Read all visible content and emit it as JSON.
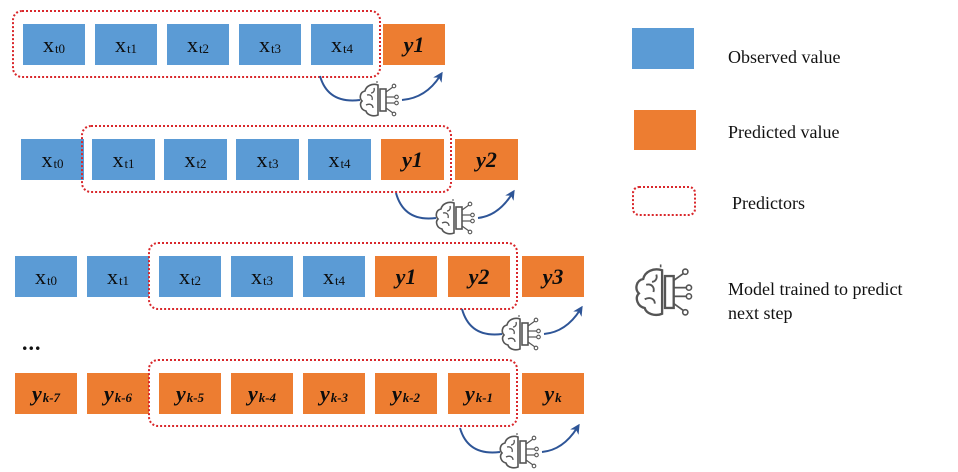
{
  "colors": {
    "observed": "#5b9bd5",
    "predicted": "#ed7d31",
    "predictors_border": "#d9282c",
    "arrow": "#2e5597"
  },
  "rows": [
    {
      "cells": [
        {
          "kind": "obs",
          "base": "x",
          "sub": "t0"
        },
        {
          "kind": "obs",
          "base": "x",
          "sub": "t1"
        },
        {
          "kind": "obs",
          "base": "x",
          "sub": "t2"
        },
        {
          "kind": "obs",
          "base": "x",
          "sub": "t3"
        },
        {
          "kind": "obs",
          "base": "x",
          "sub": "t4"
        },
        {
          "kind": "pred",
          "base": "y1",
          "sub": ""
        }
      ],
      "predictors": [
        0,
        4
      ]
    },
    {
      "cells": [
        {
          "kind": "obs",
          "base": "x",
          "sub": "t0"
        },
        {
          "kind": "obs",
          "base": "x",
          "sub": "t1"
        },
        {
          "kind": "obs",
          "base": "x",
          "sub": "t2"
        },
        {
          "kind": "obs",
          "base": "x",
          "sub": "t3"
        },
        {
          "kind": "obs",
          "base": "x",
          "sub": "t4"
        },
        {
          "kind": "pred",
          "base": "y1",
          "sub": ""
        },
        {
          "kind": "pred",
          "base": "y2",
          "sub": ""
        }
      ],
      "predictors": [
        1,
        5
      ]
    },
    {
      "cells": [
        {
          "kind": "obs",
          "base": "x",
          "sub": "t0"
        },
        {
          "kind": "obs",
          "base": "x",
          "sub": "t1"
        },
        {
          "kind": "obs",
          "base": "x",
          "sub": "t2"
        },
        {
          "kind": "obs",
          "base": "x",
          "sub": "t3"
        },
        {
          "kind": "obs",
          "base": "x",
          "sub": "t4"
        },
        {
          "kind": "pred",
          "base": "y1",
          "sub": ""
        },
        {
          "kind": "pred",
          "base": "y2",
          "sub": ""
        },
        {
          "kind": "pred",
          "base": "y3",
          "sub": ""
        }
      ],
      "predictors": [
        2,
        6
      ]
    },
    {
      "cells": [
        {
          "kind": "pred",
          "base": "y",
          "sub": "k-7"
        },
        {
          "kind": "pred",
          "base": "y",
          "sub": "k-6"
        },
        {
          "kind": "pred",
          "base": "y",
          "sub": "k-5"
        },
        {
          "kind": "pred",
          "base": "y",
          "sub": "k-4"
        },
        {
          "kind": "pred",
          "base": "y",
          "sub": "k-3"
        },
        {
          "kind": "pred",
          "base": "y",
          "sub": "k-2"
        },
        {
          "kind": "pred",
          "base": "y",
          "sub": "k-1"
        },
        {
          "kind": "pred",
          "base": "y",
          "sub": "k"
        }
      ],
      "predictors": [
        2,
        6
      ]
    }
  ],
  "ellipsis": "...",
  "legend": {
    "observed": "Observed value",
    "predicted": "Predicted value",
    "predictors": "Predictors",
    "model_line1": "Model trained to predict",
    "model_line2": "next step"
  }
}
